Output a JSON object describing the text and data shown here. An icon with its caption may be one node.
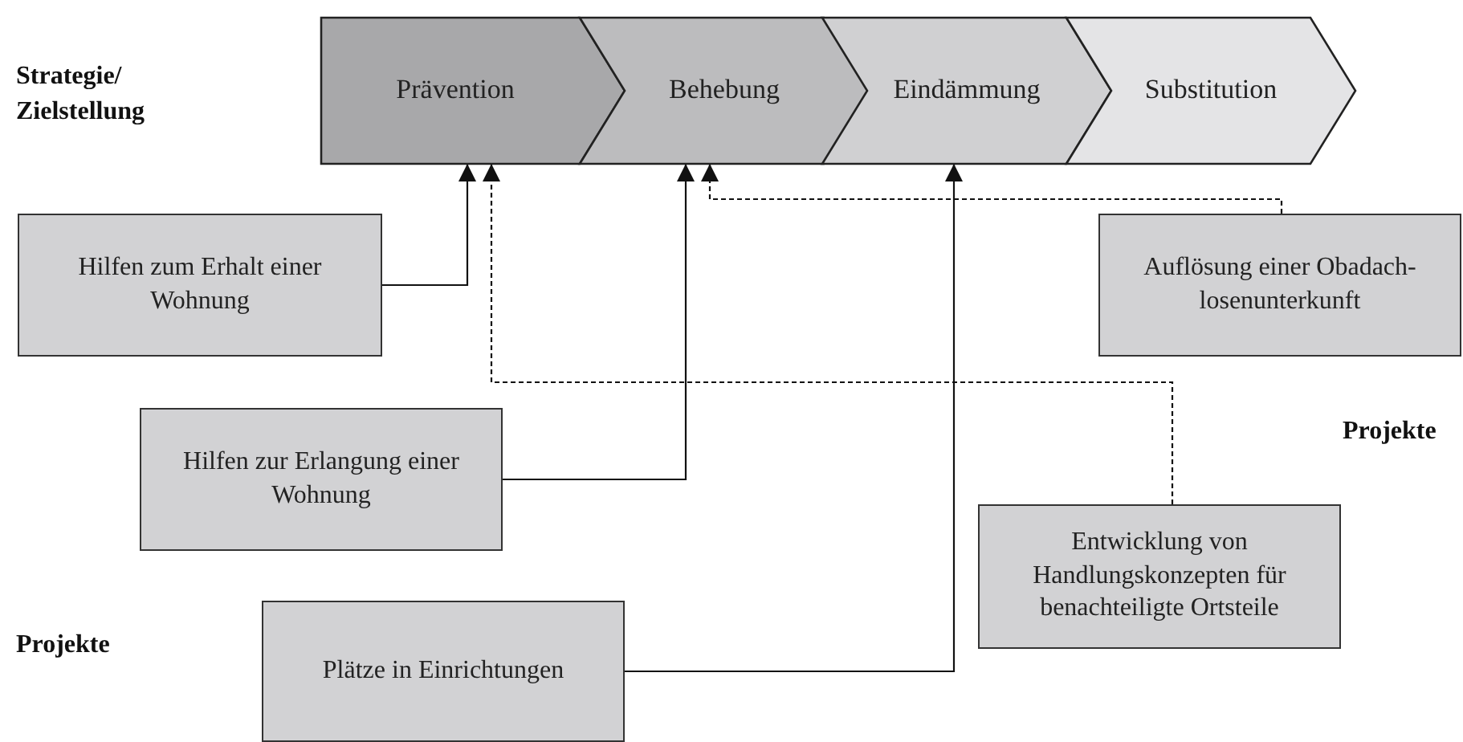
{
  "diagram": {
    "nodes": [
      {
        "text": [
          "Prävention"
        ]
      },
      {
        "text": [
          "Behebung"
        ]
      },
      {
        "text": [
          "Eindämmung"
        ]
      },
      {
        "text": [
          "Substitution"
        ]
      },
      {
        "text": [
          "Hilfen zum Erhalt einer Wohnung"
        ]
      },
      {
        "text": [
          "Auflösung einer Obadach-losenunterkunft"
        ]
      },
      {
        "text": [
          "Hilfen zur Erlangung einer Wohnung"
        ]
      },
      {
        "text": [
          "Entwicklung von Handlungskonzepten für benachteiligte Ortsteile"
        ]
      },
      {
        "text": [
          "Plätze in Einrichtungen"
        ]
      }
    ],
    "edges": [
      {
        "from": 4,
        "to": 0,
        "arrow": "to"
      },
      {
        "from": 7,
        "to": 0,
        "arrow": "to",
        "style": "dashed"
      },
      {
        "from": 6,
        "to": 1,
        "arrow": "to"
      },
      {
        "from": 5,
        "to": 1,
        "arrow": "to",
        "style": "dashed"
      },
      {
        "from": 8,
        "to": 2,
        "arrow": "to"
      }
    ],
    "labels": [
      "Strategie/ Zielstellung",
      "Projekte",
      "Projekte"
    ]
  }
}
